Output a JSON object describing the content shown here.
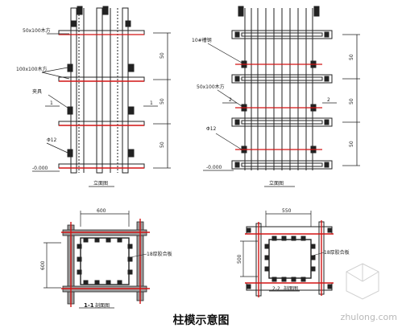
{
  "title": "柱模示意图",
  "watermark": "zhulong.com",
  "elevation_left": {
    "labels": {
      "wood_small": "50x100木方",
      "wood_large": "100x100木方",
      "clamp": "夹具",
      "bolt": "Φ12",
      "level": "-0.000",
      "section_mark": "1",
      "caption": "立面图"
    },
    "dims": [
      "50",
      "50",
      "50"
    ]
  },
  "elevation_right": {
    "labels": {
      "channel": "10#槽钢",
      "wood": "50x100木方",
      "section_mark": "2",
      "bolt": "Φ12",
      "level": "-0.000",
      "caption": "立面图"
    },
    "dims": [
      "50",
      "50",
      "50"
    ]
  },
  "section_1": {
    "dim_width": "600",
    "dim_height": "600",
    "plywood": "18厚胶合板",
    "caption_num": "1-1",
    "caption_text": "剖面图"
  },
  "section_2": {
    "dim_width": "550",
    "dim_height": "500",
    "plywood": "18厚胶合板",
    "caption_num": "2-2",
    "caption_text": "剖面图"
  },
  "colors": {
    "line": "#222222",
    "red": "#d21414",
    "fill_gray": "#9a9a9a"
  }
}
